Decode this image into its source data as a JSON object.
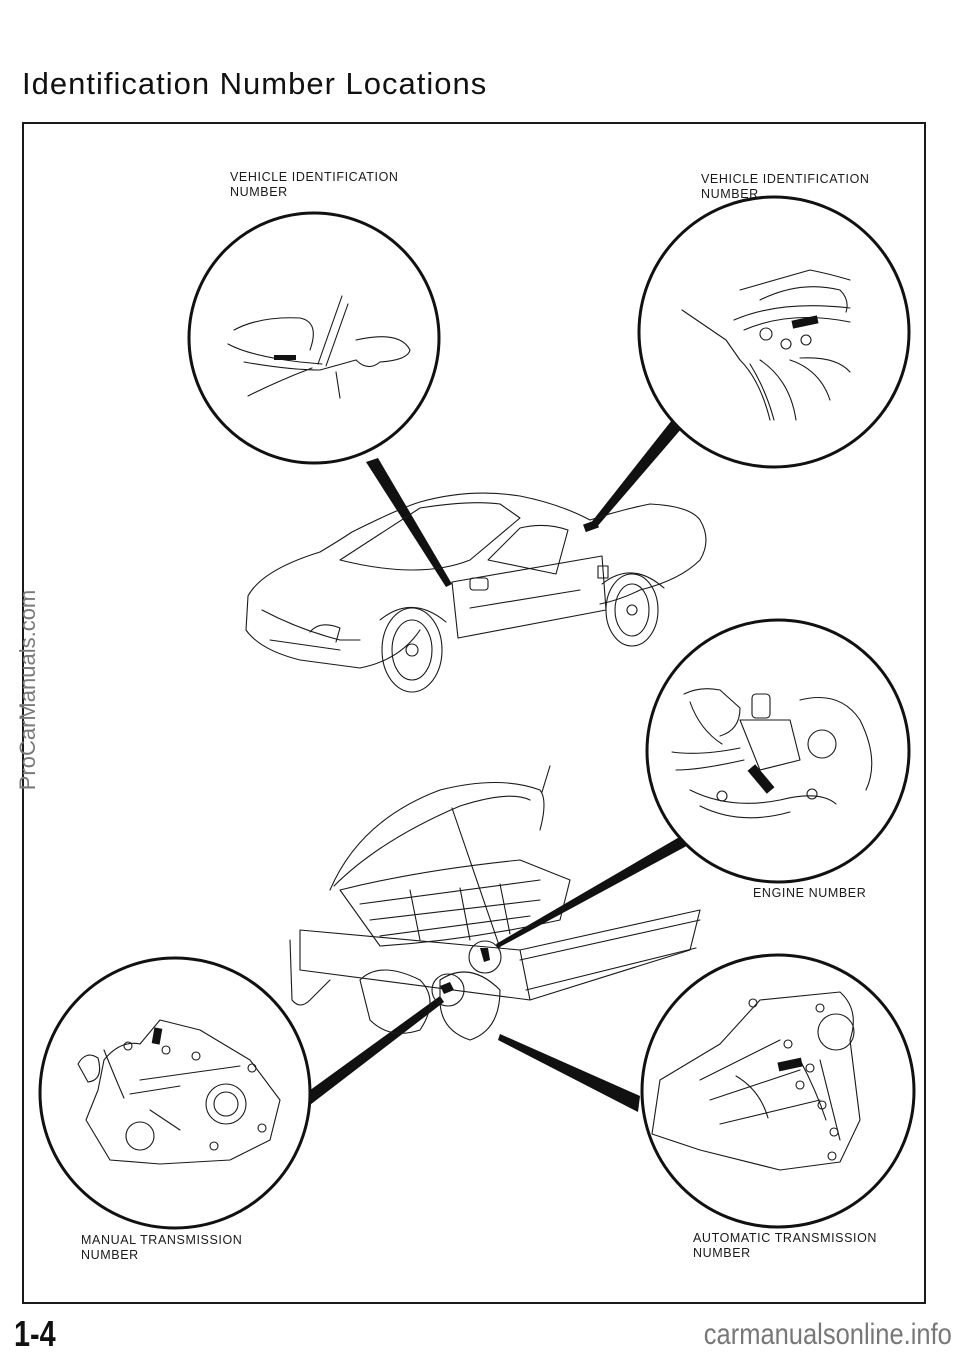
{
  "page": {
    "title": "Identification Number Locations",
    "page_number": "1-4",
    "side_watermark": "ProCarManuals.com",
    "footer_site": "carmanualsonline.info"
  },
  "illustration": {
    "callouts": [
      {
        "id": "vin-dashboard",
        "line1": "VEHICLE  IDENTIFICATION",
        "line2": "NUMBER",
        "icon": "windshield-dashboard-detail"
      },
      {
        "id": "vin-rear",
        "line1": "VEHICLE  IDENTIFICATION",
        "line2": "NUMBER",
        "icon": "rear-bulkhead-detail"
      },
      {
        "id": "engine",
        "line1": "ENGINE NUMBER",
        "line2": "",
        "icon": "engine-block-detail"
      },
      {
        "id": "manual-transmission",
        "line1": "MANUAL  TRANSMISSION",
        "line2": "NUMBER",
        "icon": "manual-gearbox-detail"
      },
      {
        "id": "automatic-transmission",
        "line1": "AUTOMATIC  TRANSMISSION",
        "line2": "NUMBER",
        "icon": "automatic-gearbox-detail"
      }
    ],
    "main_views": [
      "car-side-view-icon",
      "engine-bay-open-view-icon"
    ]
  }
}
